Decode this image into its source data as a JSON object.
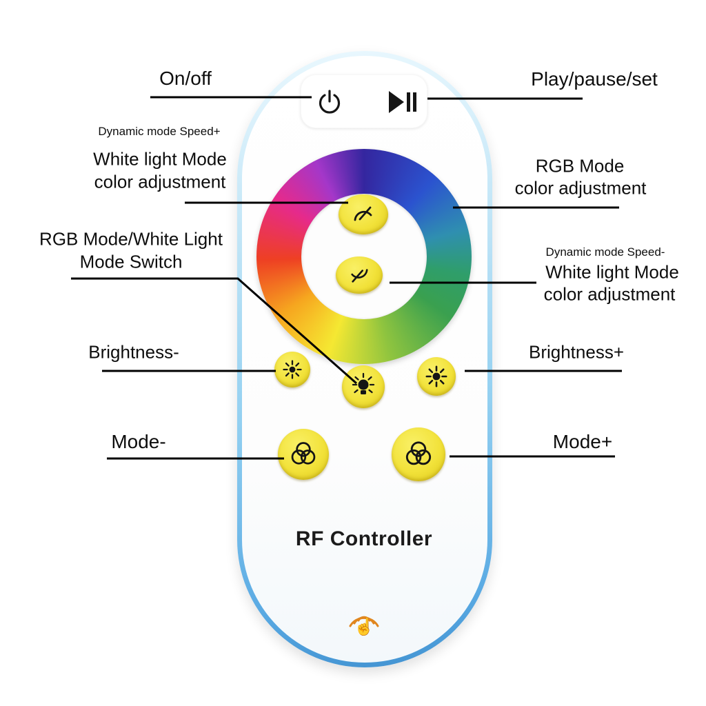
{
  "remote": {
    "brand": "RF Controller"
  },
  "callouts": {
    "on_off": "On/off",
    "play_pause_set": "Play/pause/set",
    "dynamic_speed_plus": "Dynamic mode Speed+",
    "white_left_line1": "White light Mode",
    "white_left_line2": "color adjustment",
    "rgb_mode_line1": "RGB  Mode",
    "rgb_mode_line2": "color adjustment",
    "switch_line1": "RGB Mode/White Light",
    "switch_line2": "Mode Switch",
    "dynamic_speed_minus": "Dynamic mode Speed-",
    "white_right_line1": "White light Mode",
    "white_right_line2": "color adjustment",
    "brightness_minus": "Brightness-",
    "brightness_plus": "Brightness+",
    "mode_minus": "Mode-",
    "mode_plus": "Mode+"
  },
  "icons": {
    "power": "power-symbol",
    "play_pause": "play-pause-bars",
    "speed_plus": "gauge-arc-needle",
    "speed_minus": "gauge-arc-needle-rotated",
    "brightness_minus": "sun-small",
    "rgb_white_switch": "light-bulb-rays",
    "brightness_plus": "sun-large",
    "mode": "three-overlapping-circles",
    "rf_signal": "radio-waves",
    "touch": "pointing-hand"
  },
  "colors": {
    "button_yellow": "#f2e23a",
    "edge_blue_light": "#c3e6f7",
    "edge_blue_deep": "#4192d1",
    "rf_orange": "#d97c20",
    "callout_line": "#000000",
    "ring_wheel": [
      "#34269f",
      "#2b53cf",
      "#2f9e6a",
      "#3aa04f",
      "#8fc43f",
      "#f5e832",
      "#f6a61f",
      "#ee4023",
      "#e62a8b",
      "#a437c9"
    ]
  }
}
